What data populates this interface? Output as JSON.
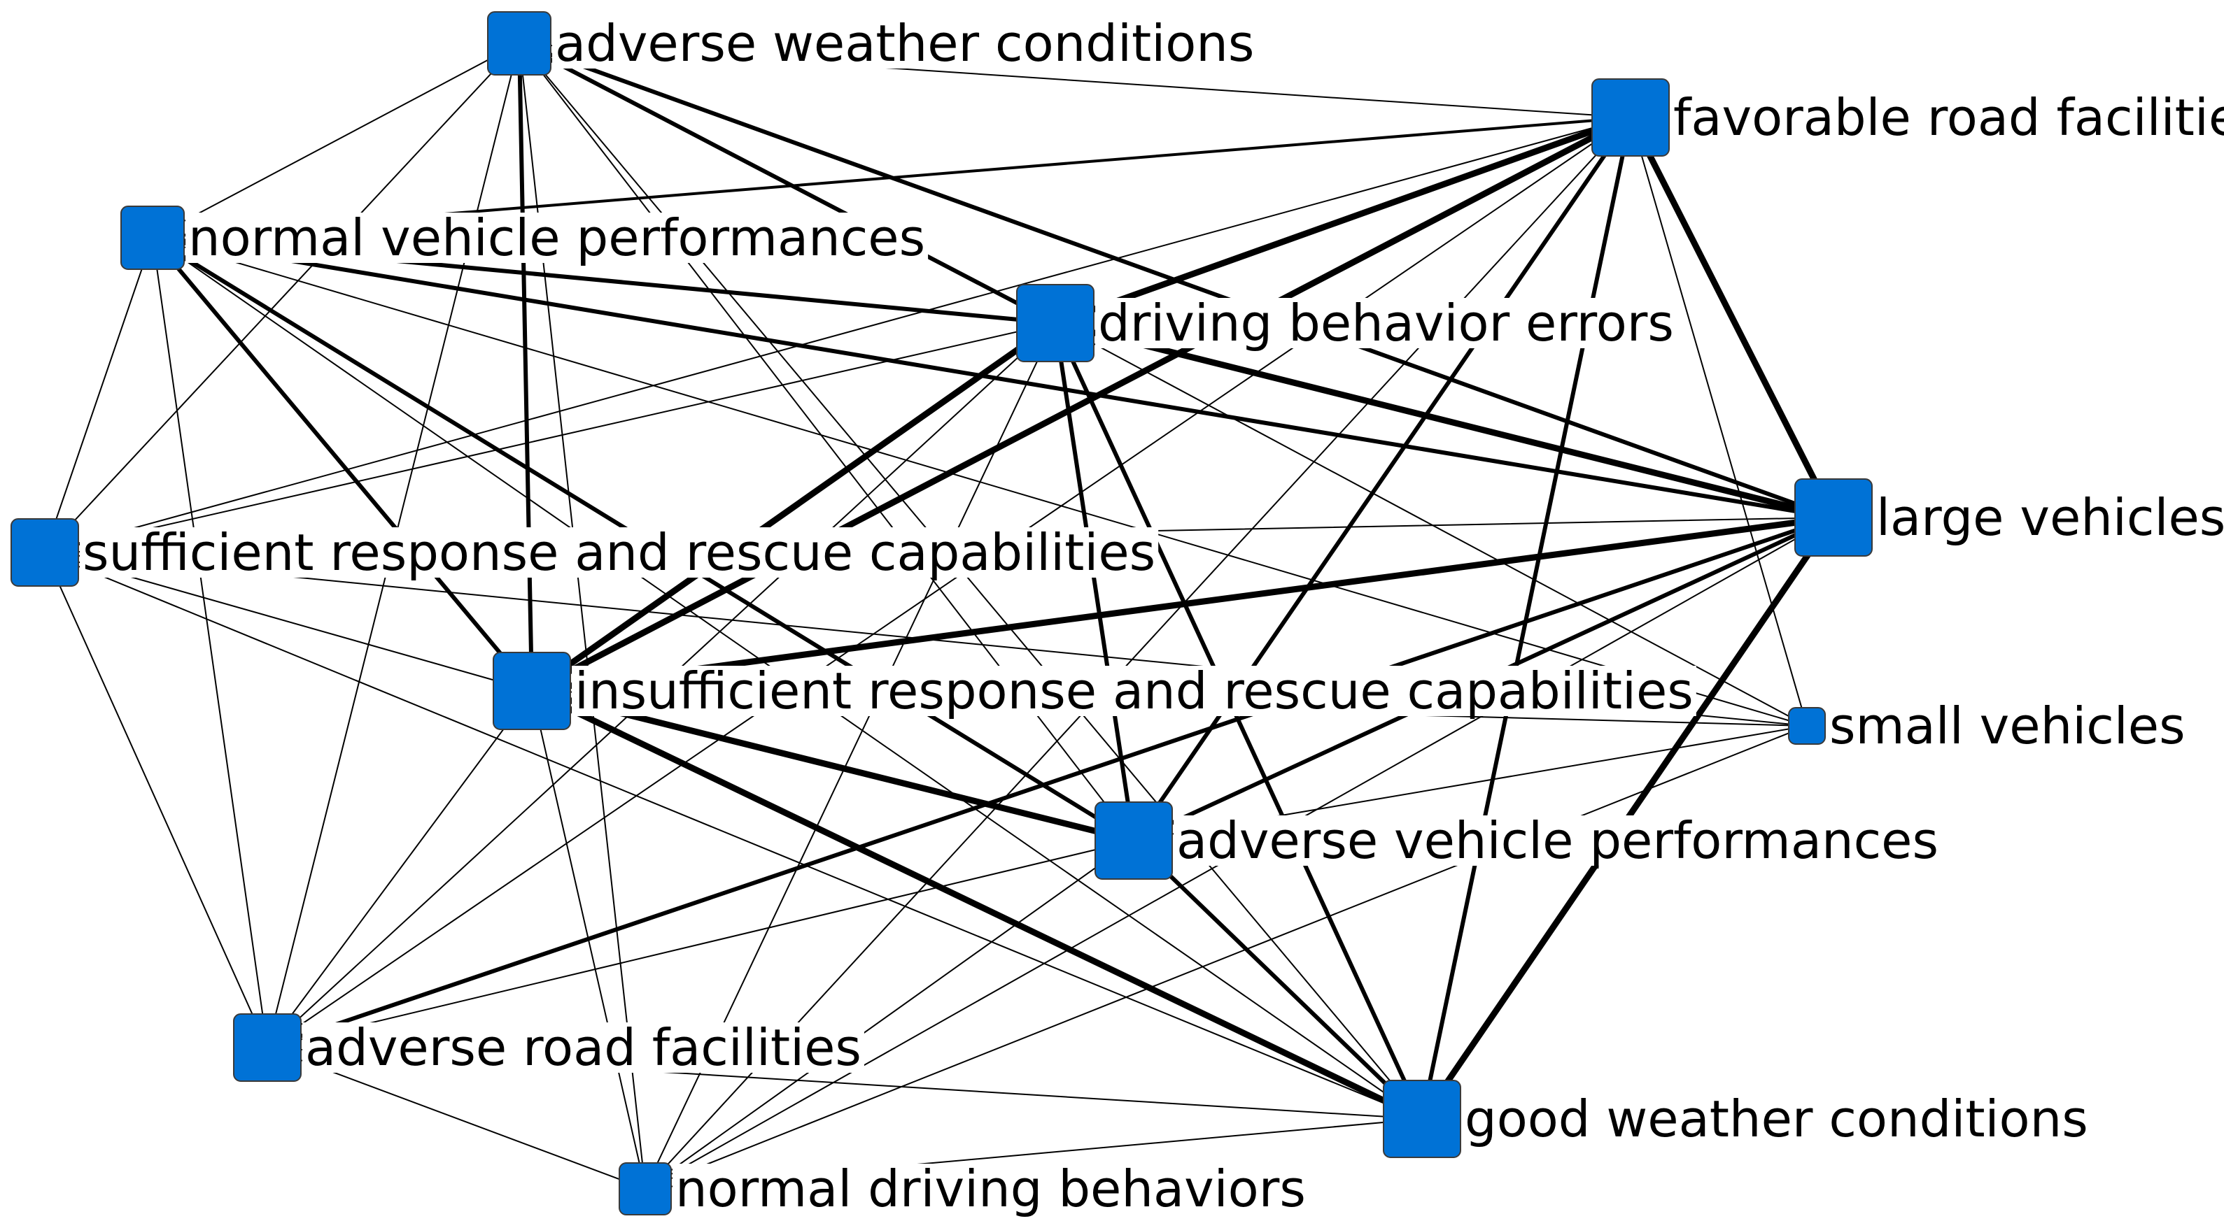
{
  "diagram": {
    "type": "network-graph",
    "node_color": "#0072d6",
    "edge_color": "#000000",
    "background": "#ffffff",
    "nodes": [
      {
        "id": "aw",
        "label": "adverse weather conditions"
      },
      {
        "id": "fr",
        "label": "favorable road facilities"
      },
      {
        "id": "nv",
        "label": "normal vehicle performances"
      },
      {
        "id": "db",
        "label": "driving behavior errors"
      },
      {
        "id": "lv",
        "label": "large vehicles"
      },
      {
        "id": "sr",
        "label": "sufficient response and rescue capabilities"
      },
      {
        "id": "ir",
        "label": "insufficient response and rescue capabilities"
      },
      {
        "id": "sv",
        "label": "small vehicles"
      },
      {
        "id": "av",
        "label": "adverse vehicle performances"
      },
      {
        "id": "ar",
        "label": "adverse road facilities"
      },
      {
        "id": "gw",
        "label": "good weather conditions"
      },
      {
        "id": "nd",
        "label": "normal driving behaviors"
      }
    ],
    "edges": [
      {
        "from": "aw",
        "to": "fr",
        "weight": 1
      },
      {
        "from": "aw",
        "to": "nv",
        "weight": 1
      },
      {
        "from": "aw",
        "to": "db",
        "weight": 3
      },
      {
        "from": "aw",
        "to": "lv",
        "weight": 3
      },
      {
        "from": "aw",
        "to": "sr",
        "weight": 1
      },
      {
        "from": "aw",
        "to": "ir",
        "weight": 3
      },
      {
        "from": "aw",
        "to": "av",
        "weight": 1
      },
      {
        "from": "aw",
        "to": "ar",
        "weight": 1
      },
      {
        "from": "aw",
        "to": "gw",
        "weight": 1
      },
      {
        "from": "aw",
        "to": "nd",
        "weight": 1
      },
      {
        "from": "fr",
        "to": "nv",
        "weight": 2
      },
      {
        "from": "fr",
        "to": "db",
        "weight": 4
      },
      {
        "from": "fr",
        "to": "lv",
        "weight": 4
      },
      {
        "from": "fr",
        "to": "sr",
        "weight": 1
      },
      {
        "from": "fr",
        "to": "ir",
        "weight": 4
      },
      {
        "from": "fr",
        "to": "sv",
        "weight": 1
      },
      {
        "from": "fr",
        "to": "av",
        "weight": 3
      },
      {
        "from": "fr",
        "to": "ar",
        "weight": 1
      },
      {
        "from": "fr",
        "to": "gw",
        "weight": 3
      },
      {
        "from": "fr",
        "to": "nd",
        "weight": 1
      },
      {
        "from": "nv",
        "to": "db",
        "weight": 3
      },
      {
        "from": "nv",
        "to": "lv",
        "weight": 3
      },
      {
        "from": "nv",
        "to": "sr",
        "weight": 1
      },
      {
        "from": "nv",
        "to": "ir",
        "weight": 3
      },
      {
        "from": "nv",
        "to": "sv",
        "weight": 1
      },
      {
        "from": "nv",
        "to": "av",
        "weight": 3
      },
      {
        "from": "nv",
        "to": "ar",
        "weight": 1
      },
      {
        "from": "nv",
        "to": "gw",
        "weight": 1
      },
      {
        "from": "db",
        "to": "lv",
        "weight": 4
      },
      {
        "from": "db",
        "to": "sr",
        "weight": 1
      },
      {
        "from": "db",
        "to": "ir",
        "weight": 4
      },
      {
        "from": "db",
        "to": "sv",
        "weight": 1
      },
      {
        "from": "db",
        "to": "av",
        "weight": 3
      },
      {
        "from": "db",
        "to": "ar",
        "weight": 1
      },
      {
        "from": "db",
        "to": "gw",
        "weight": 3
      },
      {
        "from": "db",
        "to": "nd",
        "weight": 1
      },
      {
        "from": "lv",
        "to": "sr",
        "weight": 1
      },
      {
        "from": "lv",
        "to": "ir",
        "weight": 4
      },
      {
        "from": "lv",
        "to": "av",
        "weight": 3
      },
      {
        "from": "lv",
        "to": "ar",
        "weight": 3
      },
      {
        "from": "lv",
        "to": "gw",
        "weight": 4
      },
      {
        "from": "lv",
        "to": "nd",
        "weight": 1
      },
      {
        "from": "sr",
        "to": "ir",
        "weight": 1
      },
      {
        "from": "sr",
        "to": "sv",
        "weight": 1
      },
      {
        "from": "sr",
        "to": "ar",
        "weight": 1
      },
      {
        "from": "sr",
        "to": "gw",
        "weight": 1
      },
      {
        "from": "ir",
        "to": "sv",
        "weight": 1
      },
      {
        "from": "ir",
        "to": "av",
        "weight": 4
      },
      {
        "from": "ir",
        "to": "ar",
        "weight": 1
      },
      {
        "from": "ir",
        "to": "gw",
        "weight": 4
      },
      {
        "from": "ir",
        "to": "nd",
        "weight": 1
      },
      {
        "from": "sv",
        "to": "av",
        "weight": 1
      },
      {
        "from": "sv",
        "to": "nd",
        "weight": 1
      },
      {
        "from": "av",
        "to": "ar",
        "weight": 1
      },
      {
        "from": "av",
        "to": "gw",
        "weight": 3
      },
      {
        "from": "av",
        "to": "nd",
        "weight": 1
      },
      {
        "from": "ar",
        "to": "gw",
        "weight": 1
      },
      {
        "from": "ar",
        "to": "nd",
        "weight": 1
      },
      {
        "from": "gw",
        "to": "nd",
        "weight": 1
      }
    ]
  }
}
